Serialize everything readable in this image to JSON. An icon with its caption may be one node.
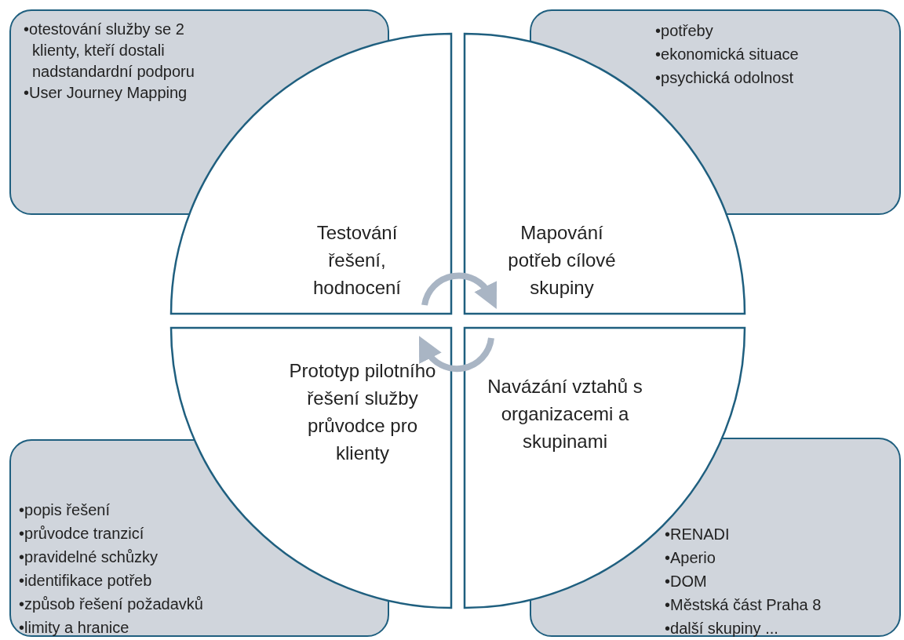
{
  "diagram": {
    "nodes": [
      {
        "text": [
          "•otestování služby se 2 klienty, kteří dostali nadstandardní podporu",
          "•User Journey Mapping"
        ]
      },
      {
        "text": [
          "•potřeby",
          "•ekonomická situace",
          "•psychická odolnost"
        ]
      },
      {
        "text": [
          "Testování řešení, hodnocení"
        ]
      },
      {
        "text": [
          "Mapování potřeb cílové skupiny"
        ]
      },
      {
        "text": [
          "Prototyp pilotního řešení služby průvodce pro klienty"
        ]
      },
      {
        "text": [
          "Navázání vztahů s organizacemi a skupinami"
        ]
      },
      {
        "text": [
          "•popis řešení",
          "•průvodce tranzicí",
          "•pravidelné schůzky",
          "•identifikace potřeb",
          "•způsob řešení požadavků",
          "•limity a hranice"
        ]
      },
      {
        "text": [
          "•RENADI",
          "•Aperio",
          "•DOM",
          "•Městská část Praha 8",
          "•další skupiny ..."
        ]
      }
    ],
    "edges": [
      {
        "from": 2,
        "to": 3,
        "arrow": "to"
      },
      {
        "from": 5,
        "to": 4,
        "arrow": "to"
      }
    ]
  }
}
